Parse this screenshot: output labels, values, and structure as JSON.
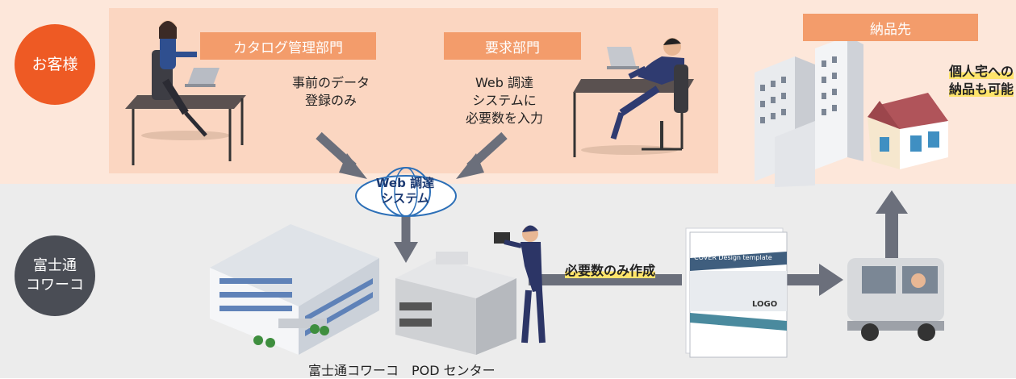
{
  "customer": {
    "circle_label": "お客様",
    "catalog_dept": "カタログ管理部門",
    "catalog_note": "事前のデータ\n登録のみ",
    "request_dept": "要求部門",
    "request_note": "Web 調達\nシステムに\n必要数を入力",
    "delivery_label": "納品先",
    "delivery_note": "個人宅への\n納品も可能"
  },
  "fujitsu": {
    "circle_label": "富士通\nコワーコ",
    "web_system": "Web 調達\nシステム",
    "print_note": "必要数のみ作成",
    "pod_center": "富士通コワーコ　POD センター"
  },
  "catalog": {
    "cover_title": "COVER Design template",
    "logo_text": "LOGO"
  },
  "colors": {
    "customer_band": "#fde7da",
    "customer_panel": "#fbd6c1",
    "customer_circle": "#ee5a24",
    "label_box": "#f39c6b",
    "fujitsu_band": "#ececec",
    "fujitsu_circle": "#4a4d55",
    "arrow": "#6b6f7b",
    "highlight": "#ffe46b"
  }
}
